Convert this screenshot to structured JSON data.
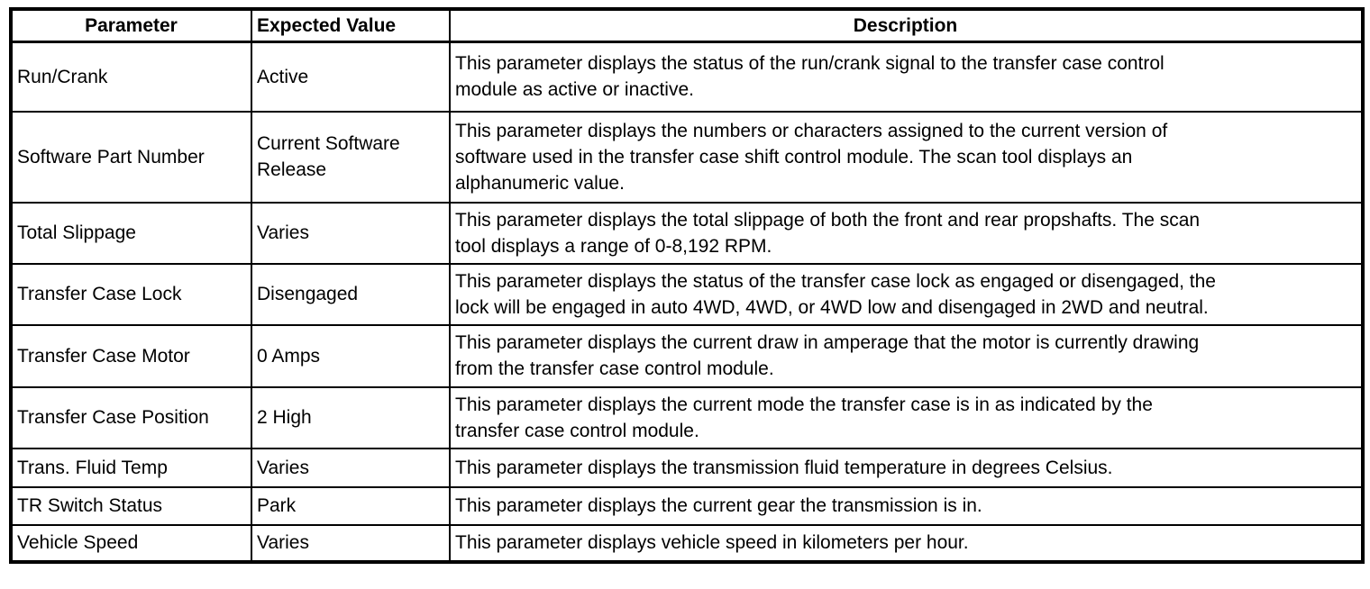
{
  "table": {
    "columns": [
      "Parameter",
      "Expected Value",
      "Description"
    ],
    "rows": [
      {
        "parameter": "Run/Crank",
        "expected_value": "Active",
        "description": "This parameter displays the status of the run/crank signal to the transfer case control\nmodule as active or inactive."
      },
      {
        "parameter": "Software Part Number",
        "expected_value": "Current Software Release",
        "description": "This parameter displays the numbers or characters assigned to the current version of\nsoftware used in the transfer case shift control module. The scan tool displays an\nalphanumeric value."
      },
      {
        "parameter": "Total Slippage",
        "expected_value": "Varies",
        "description": "This parameter displays the total slippage of both the front and rear propshafts. The scan\ntool displays a range of 0-8,192 RPM."
      },
      {
        "parameter": "Transfer Case Lock",
        "expected_value": "Disengaged",
        "description": "This parameter displays the status of the transfer case lock as engaged or disengaged, the\nlock will be engaged in auto 4WD, 4WD, or 4WD low and disengaged in 2WD and neutral."
      },
      {
        "parameter": "Transfer Case Motor",
        "expected_value": "0 Amps",
        "description": "This parameter displays the current draw in amperage that the motor is currently drawing\nfrom the transfer case control module."
      },
      {
        "parameter": "Transfer Case Position",
        "expected_value": "2 High",
        "description": "This parameter displays the current mode the transfer case is in as indicated by the\ntransfer case control module."
      },
      {
        "parameter": "Trans. Fluid Temp",
        "expected_value": "Varies",
        "description": "This parameter displays the transmission fluid temperature in degrees Celsius."
      },
      {
        "parameter": "TR Switch Status",
        "expected_value": "Park",
        "description": "This parameter displays the current gear the transmission is in."
      },
      {
        "parameter": "Vehicle Speed",
        "expected_value": "Varies",
        "description": "This parameter displays vehicle speed in kilometers per hour."
      }
    ]
  }
}
